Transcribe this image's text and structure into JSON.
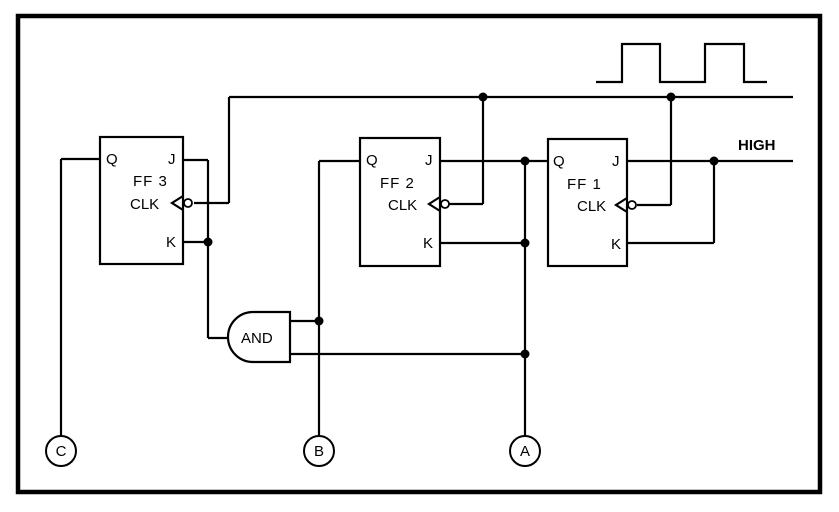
{
  "flipflops": {
    "ff1": {
      "name": "FF 1",
      "q": "Q",
      "j": "J",
      "k": "K",
      "clk": "CLK"
    },
    "ff2": {
      "name": "FF 2",
      "q": "Q",
      "j": "J",
      "k": "K",
      "clk": "CLK"
    },
    "ff3": {
      "name": "FF 3",
      "q": "Q",
      "j": "J",
      "k": "K",
      "clk": "CLK"
    }
  },
  "gate": {
    "label": "AND"
  },
  "high_label": "HIGH",
  "outputs": {
    "a": "A",
    "b": "B",
    "c": "C"
  }
}
